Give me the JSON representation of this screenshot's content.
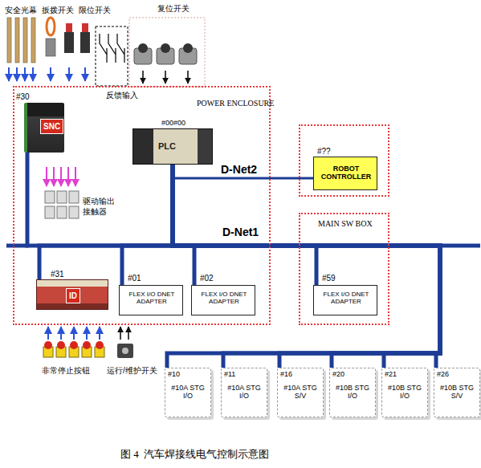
{
  "diagram": {
    "caption": "图 4  汽车焊接线电气控制示意图",
    "nodes": [
      {
        "text": [
          "POWER ENCLOSURE"
        ]
      },
      {
        "text": [
          "#30",
          "SNC"
        ],
        "in": 0
      },
      {
        "text": [
          "#00#00",
          "PLC"
        ],
        "in": 0
      },
      {
        "text": [
          "#01",
          "FLEX I/O DNET ADAPTER"
        ],
        "in": 0
      },
      {
        "text": [
          "#02",
          "FLEX I/O DNET ADAPTER"
        ],
        "in": 0
      },
      {
        "text": [
          "#31",
          "ID"
        ],
        "in": 0
      },
      {
        "text": [
          "#??"
        ]
      },
      {
        "text": [
          "ROBOT CONTROLLER"
        ],
        "in": 6
      },
      {
        "text": [
          "MAIN SW BOX"
        ]
      },
      {
        "text": [
          "#59",
          "FLEX I/O DNET ADAPTER"
        ],
        "in": 8
      },
      {
        "text": [
          "#10",
          "#10A STG I/O"
        ]
      },
      {
        "text": [
          "#11",
          "#10A STG I/O"
        ]
      },
      {
        "text": [
          "#16",
          "#10A STG S/V"
        ]
      },
      {
        "text": [
          "#20",
          "#10B STG I/O"
        ]
      },
      {
        "text": [
          "#21",
          "#10B STG I/O"
        ]
      },
      {
        "text": [
          "#26",
          "#10B STG S/V"
        ]
      }
    ],
    "edges": [
      {
        "from": 2,
        "to": 7,
        "arrow": "none"
      },
      {
        "from": 2,
        "to": 1,
        "arrow": "none"
      },
      {
        "from": 2,
        "to": 5,
        "arrow": "none"
      },
      {
        "from": 2,
        "to": 3,
        "arrow": "none"
      },
      {
        "from": 2,
        "to": 4,
        "arrow": "none"
      },
      {
        "from": 2,
        "to": 9,
        "arrow": "none"
      },
      {
        "from": 2,
        "to": 10,
        "arrow": "none"
      },
      {
        "from": 2,
        "to": 11,
        "arrow": "none"
      },
      {
        "from": 2,
        "to": 12,
        "arrow": "none"
      },
      {
        "from": 2,
        "to": 13,
        "arrow": "none"
      },
      {
        "from": 2,
        "to": 14,
        "arrow": "none"
      },
      {
        "from": 2,
        "to": 15,
        "arrow": "none"
      }
    ],
    "labels": [
      "安全光幕",
      "扳拨开关",
      "限位开关",
      "复位开关",
      "反馈输入",
      "驱动输出",
      "接触器",
      "D-Net2",
      "D-Net1",
      "非常停止按钮",
      "运行/维护开关"
    ]
  }
}
